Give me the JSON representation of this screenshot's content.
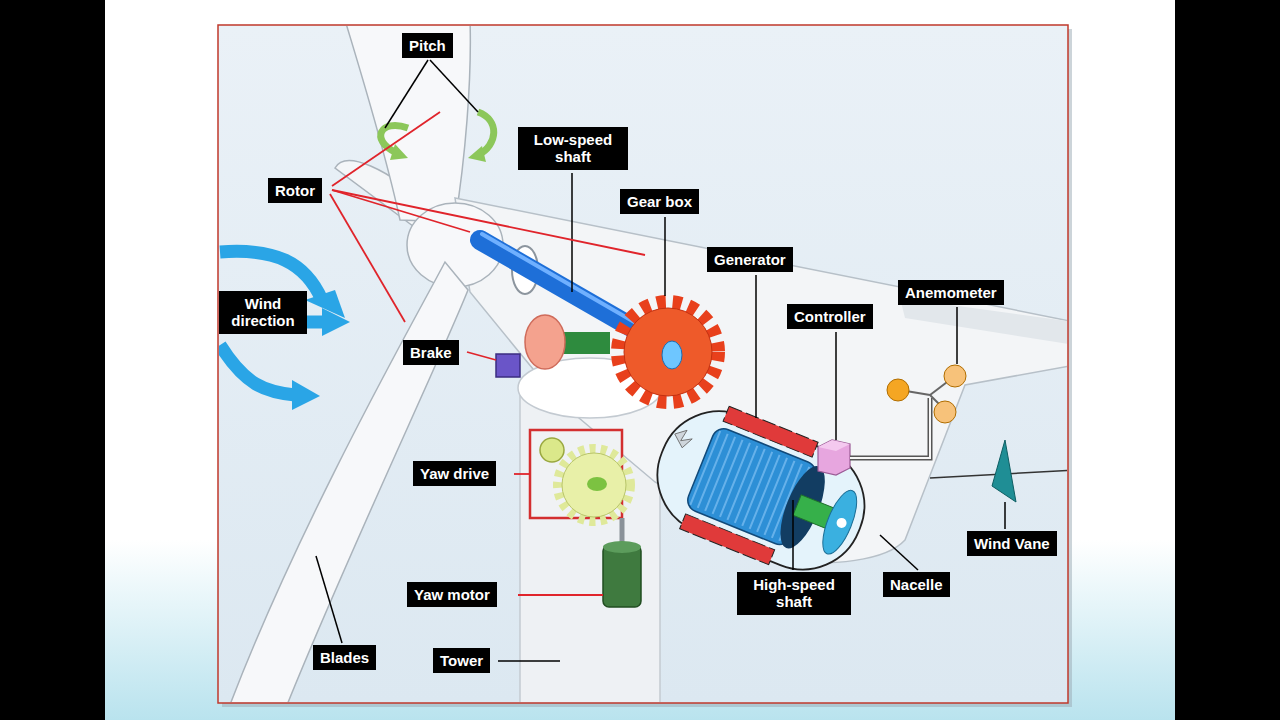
{
  "diagram": {
    "labels": [
      "Pitch",
      "Rotor",
      "Low-speed shaft",
      "Gear box",
      "Generator",
      "Controller",
      "Anemometer",
      "Wind direction",
      "Brake",
      "Yaw drive",
      "Wind Vane",
      "Yaw motor",
      "High-speed shaft",
      "Nacelle",
      "Blades",
      "Tower"
    ]
  }
}
